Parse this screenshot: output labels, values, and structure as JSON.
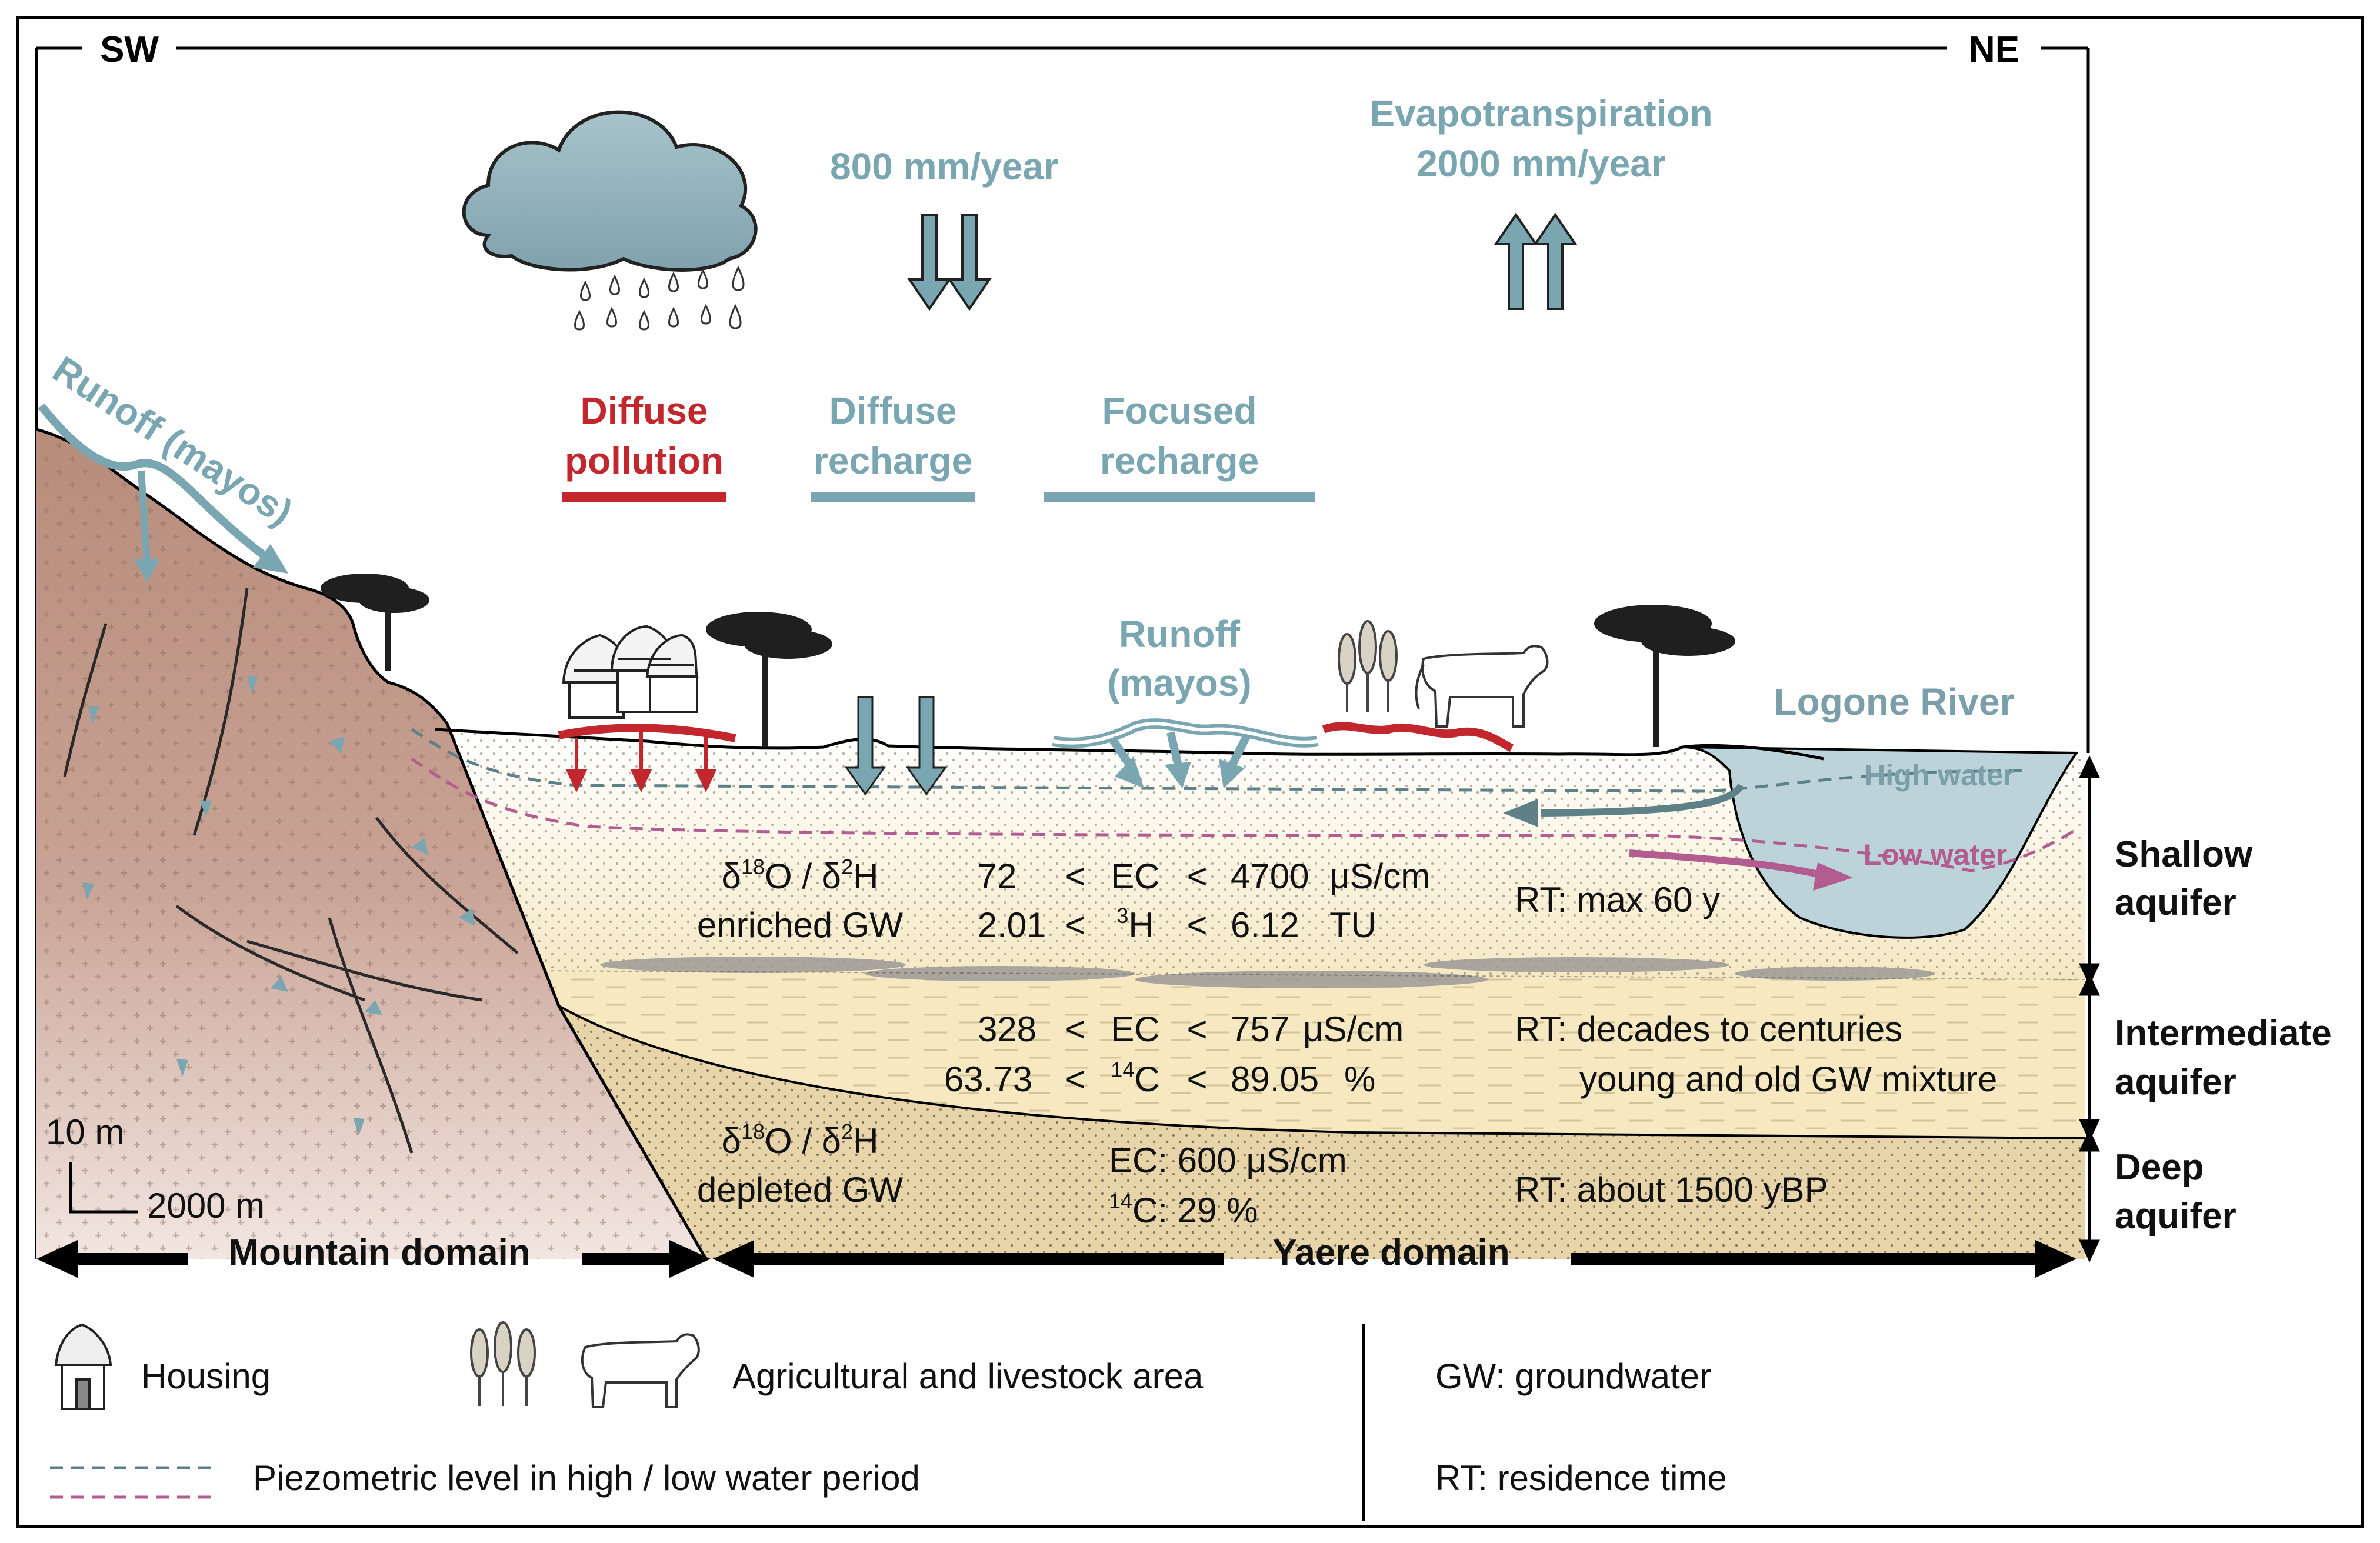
{
  "orientation": {
    "left": "SW",
    "right": "NE"
  },
  "atmosphere": {
    "rainfall": "800 mm/year",
    "evap_line1": "Evapotranspiration",
    "evap_line2": "2000 mm/year"
  },
  "processes": {
    "diffuse_pollution": [
      "Diffuse",
      "pollution"
    ],
    "diffuse_recharge": [
      "Diffuse",
      "recharge"
    ],
    "focused_recharge": [
      "Focused",
      "recharge"
    ],
    "runoff_mountain": "Runoff (mayos)",
    "runoff_plain": [
      "Runoff",
      "(mayos)"
    ],
    "river": "Logone River",
    "high_water": "High water",
    "low_water": "Low water"
  },
  "shallow": {
    "isotope": "δ18O / δ2H",
    "enriched": "enriched GW",
    "ec_min": "72",
    "ec_max": "4700",
    "ec_unit": "μS/cm",
    "h3_min": "2.01",
    "h3_max": "6.12",
    "h3_unit": "TU",
    "rt": "RT: max 60 y",
    "label": [
      "Shallow",
      "aquifer"
    ]
  },
  "intermediate": {
    "ec_min": "328",
    "ec_max": "757",
    "ec_unit": "μS/cm",
    "c14_min": "63.73",
    "c14_max": "89.05",
    "c14_unit": "%",
    "rt_line1": "RT: decades to centuries",
    "rt_line2": "young and old GW mixture",
    "label": [
      "Intermediate",
      "aquifer"
    ]
  },
  "deep": {
    "isotope": "δ18O / δ2H",
    "depleted": "depleted GW",
    "ec": "EC:  600 μS/cm",
    "c14": "C:  29 %",
    "rt": "RT: about 1500 yBP",
    "label": [
      "Deep",
      "aquifer"
    ]
  },
  "scale": {
    "vertical": "10 m",
    "horizontal": "2000 m"
  },
  "domains": {
    "mountain": "Mountain domain",
    "yaere": "Yaere domain"
  },
  "legend": {
    "housing": "Housing",
    "agri": "Agricultural and livestock area",
    "piezo": "Piezometric level in high / low water period",
    "gw": "GW: groundwater",
    "rt": "RT: residence time"
  },
  "colors": {
    "recharge_blue": "#7aa6b1",
    "pollution_red": "#c2272d",
    "low_water": "#b25c90",
    "high_water": "#5e8087",
    "mountain": "#c49a8a",
    "aquifer_cream": "#f4e6bf"
  }
}
